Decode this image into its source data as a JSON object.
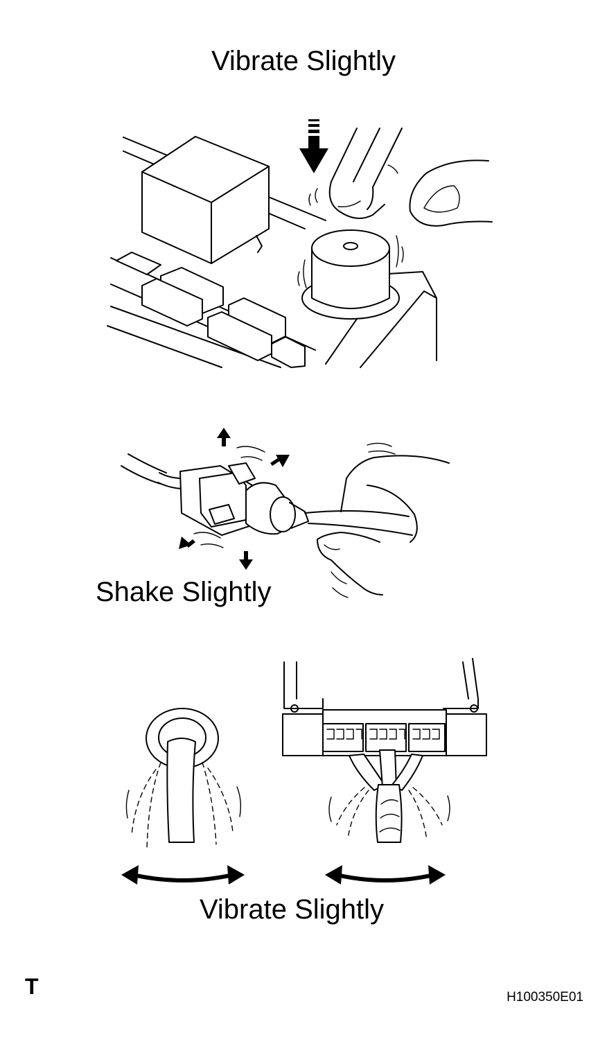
{
  "labels": {
    "top": "Vibrate Slightly",
    "middle": "Shake Slightly",
    "bottom": "Vibrate Slightly",
    "corner_mark": "T",
    "figure_code": "H100350E01"
  },
  "icons": [
    "down-arrow-icon",
    "shake-arrow-icon",
    "curved-double-arrow-icon"
  ]
}
